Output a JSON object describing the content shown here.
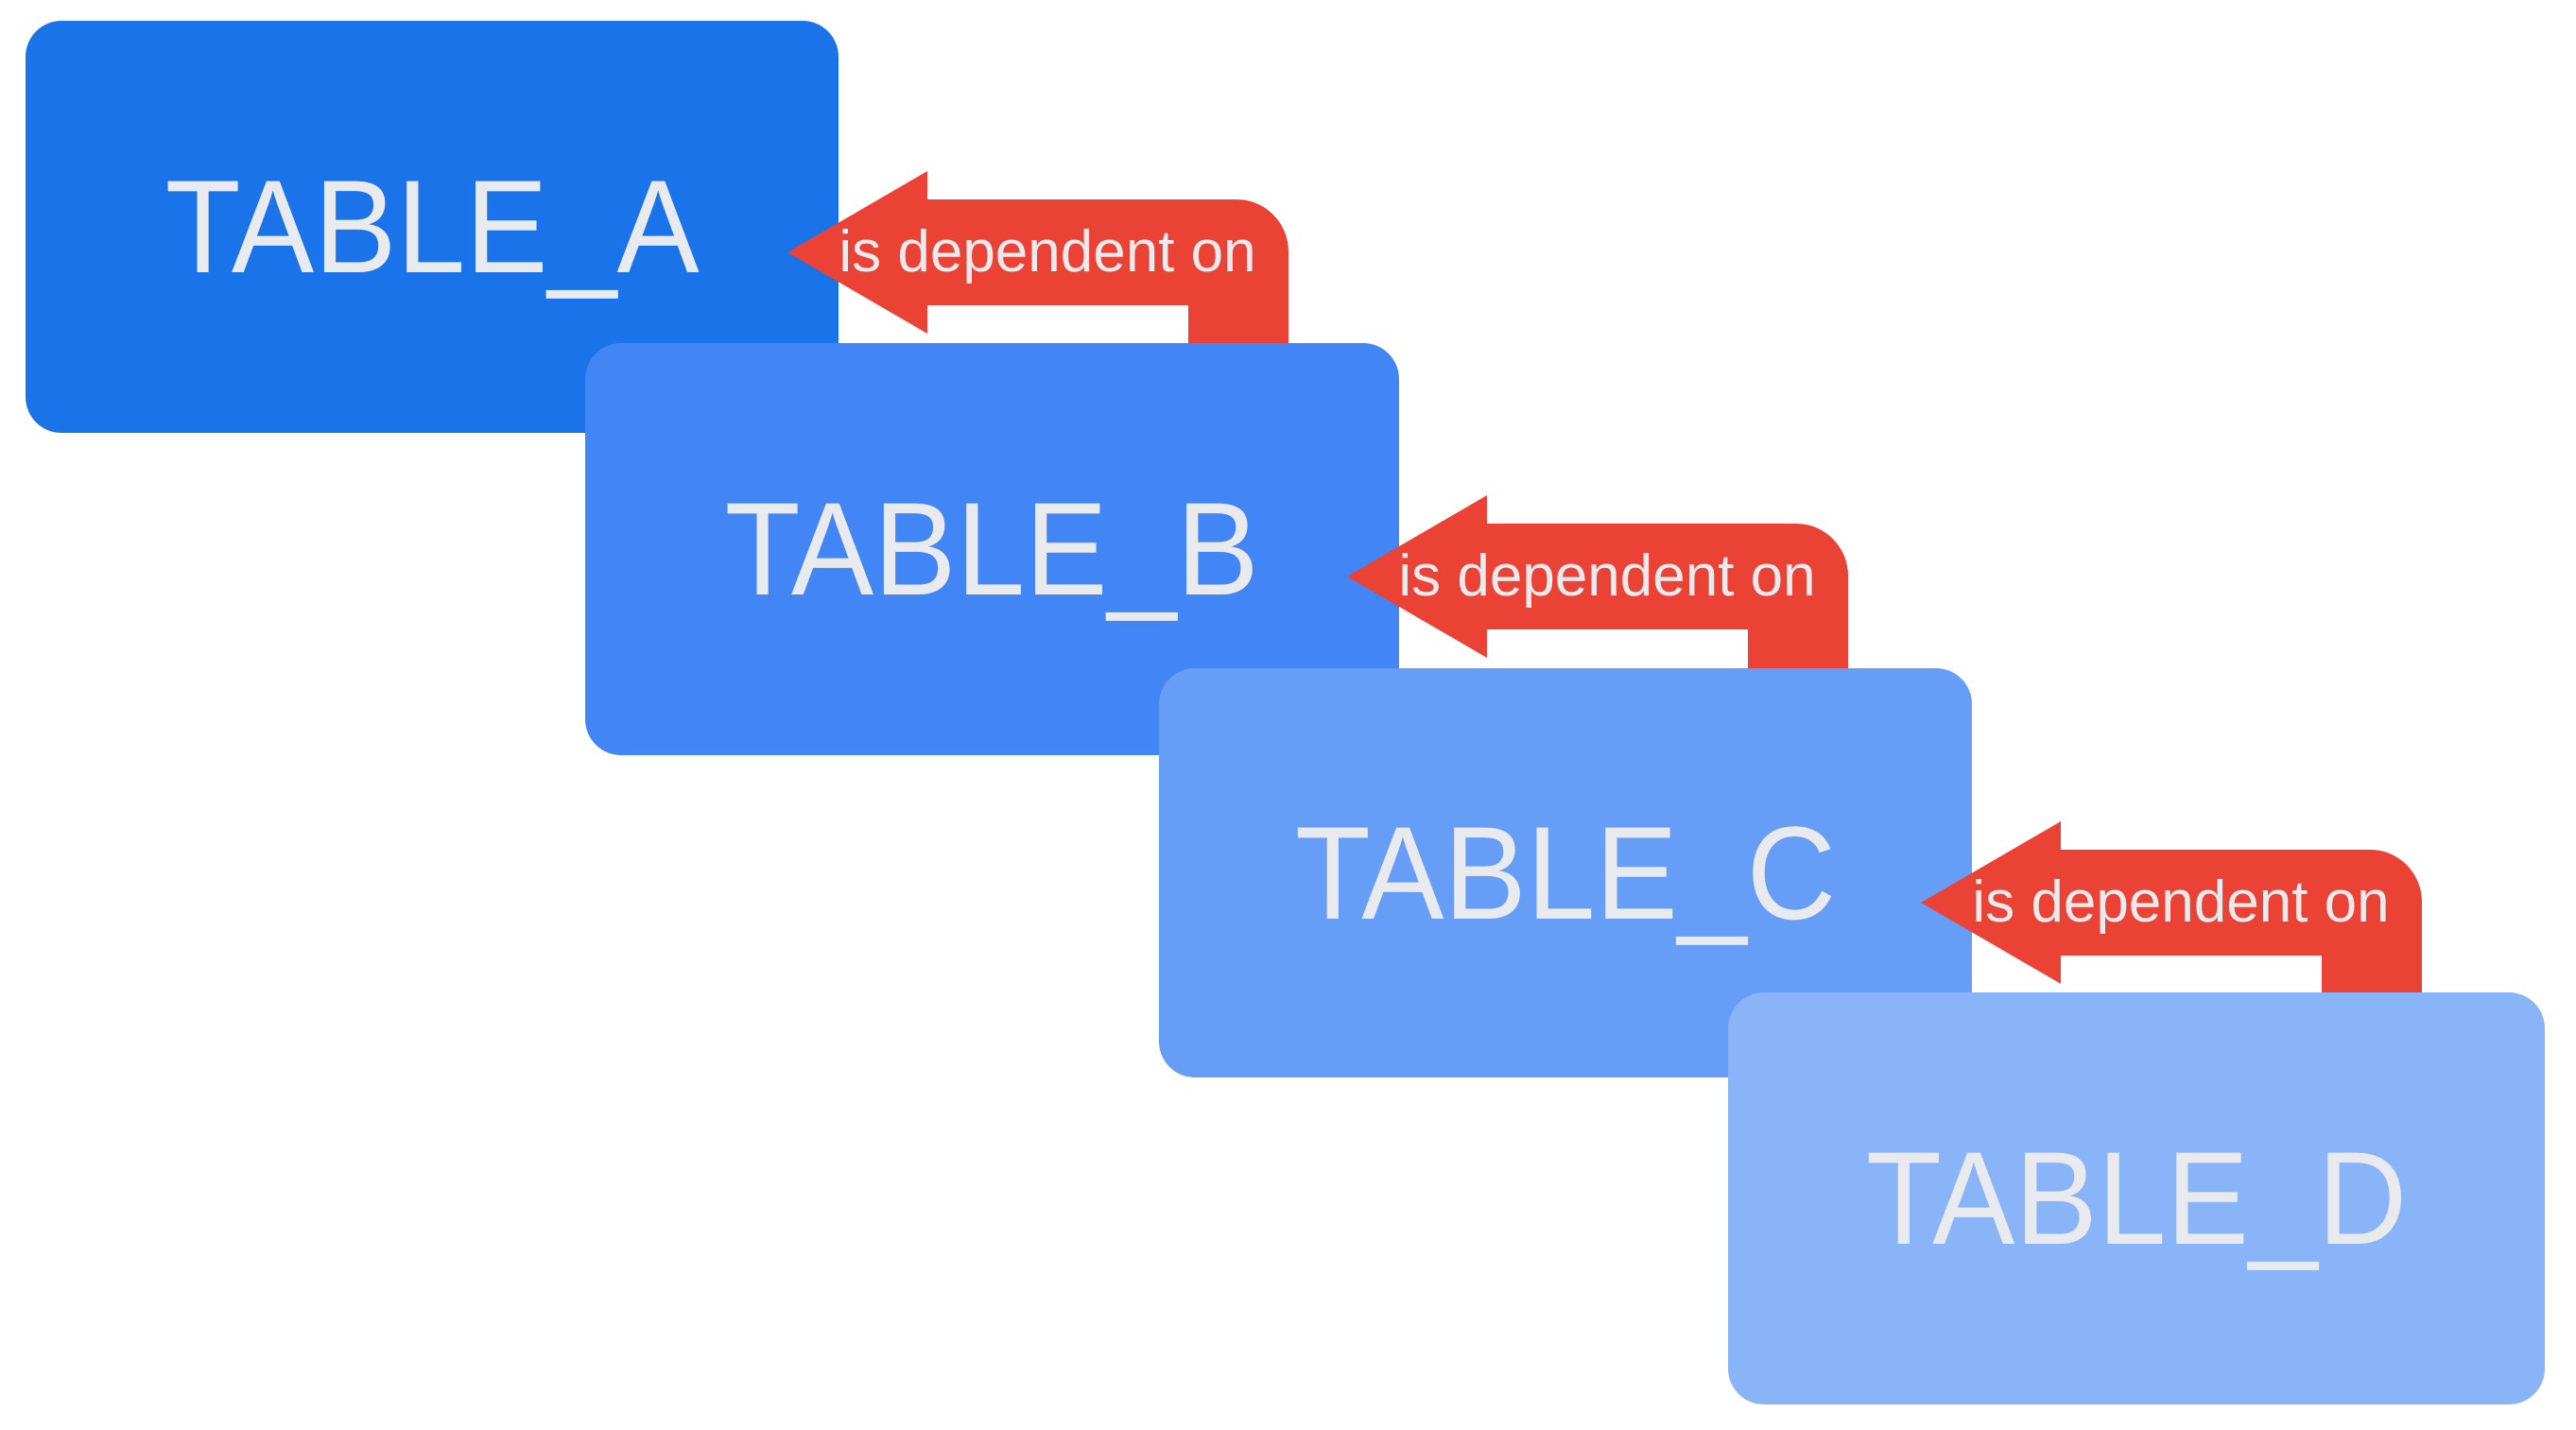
{
  "diagram": {
    "background_color": "#ffffff",
    "label_color": "#e8eaed",
    "boxes": [
      {
        "label": "TABLE_A",
        "color": "#1a73e8"
      },
      {
        "label": "TABLE_B",
        "color": "#4285f4"
      },
      {
        "label": "TABLE_C",
        "color": "#669df6"
      },
      {
        "label": "TABLE_D",
        "color": "#8ab4f8"
      }
    ],
    "arrows": [
      {
        "label": "is dependent on",
        "color": "#ea4335",
        "source": "TABLE_B",
        "target": "TABLE_A"
      },
      {
        "label": "is dependent on",
        "color": "#ea4335",
        "source": "TABLE_C",
        "target": "TABLE_B"
      },
      {
        "label": "is dependent on",
        "color": "#ea4335",
        "source": "TABLE_D",
        "target": "TABLE_C"
      }
    ]
  }
}
